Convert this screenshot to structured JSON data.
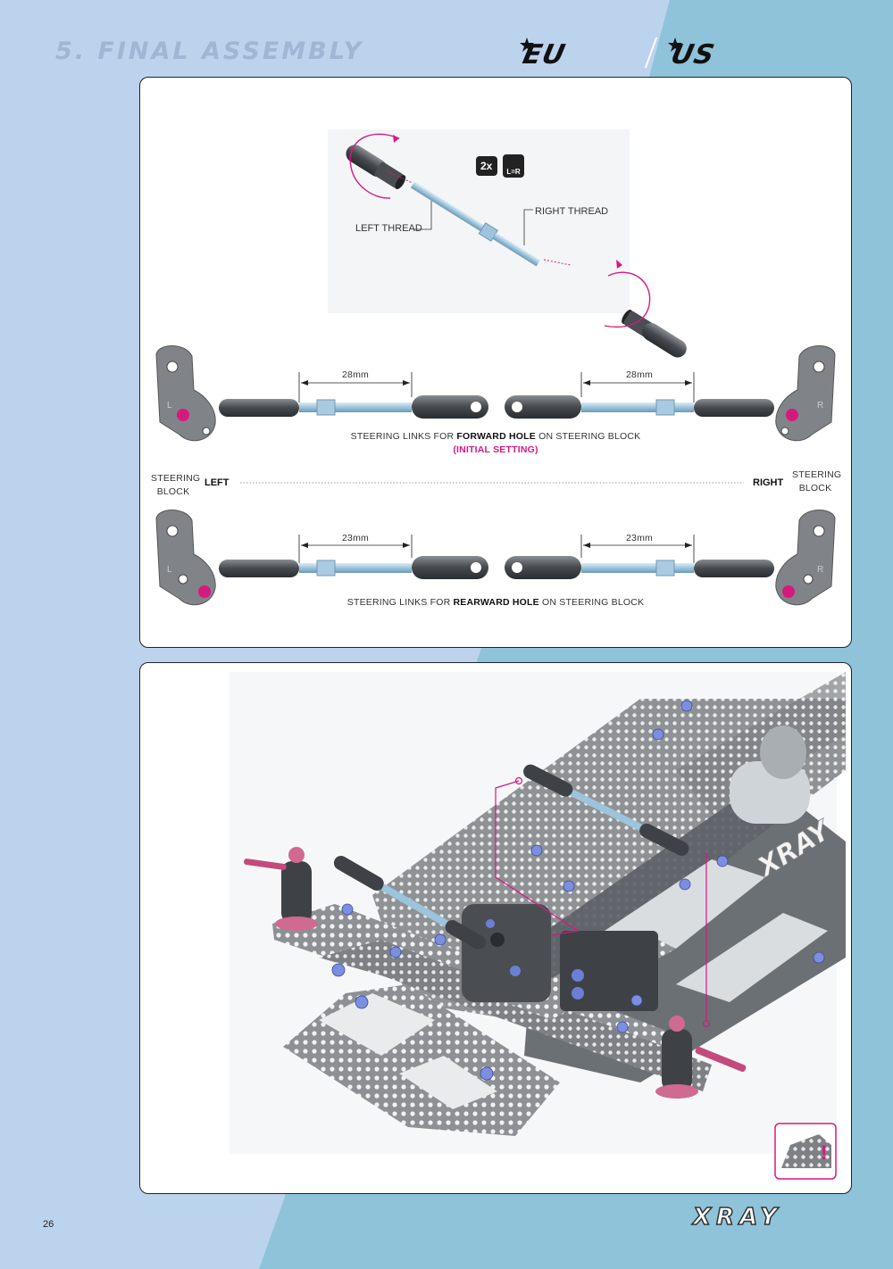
{
  "header": {
    "title": "5. FINAL ASSEMBLY",
    "badge_eu": "EU",
    "badge_us": "US"
  },
  "top_panel": {
    "qty_badge": "2x",
    "lr_badge": "L=R",
    "left_thread": "LEFT THREAD",
    "right_thread": "RIGHT THREAD",
    "forward": {
      "dim_left": "28mm",
      "dim_right": "28mm",
      "caption_pre": "STEERING LINKS FOR",
      "caption_bold": "FORWARD HOLE",
      "caption_post": "ON STEERING BLOCK",
      "caption_note": "(INITIAL SETTING)"
    },
    "side_left": "STEERING BLOCK",
    "side_left_tag": "LEFT",
    "side_right_tag": "RIGHT",
    "side_right": "STEERING BLOCK",
    "block_left_letter": "L",
    "block_right_letter": "R",
    "rearward": {
      "dim_left": "23mm",
      "dim_right": "23mm",
      "caption_pre": "STEERING LINKS FOR",
      "caption_bold": "REARWARD HOLE",
      "caption_post": "ON STEERING BLOCK"
    }
  },
  "bottom_panel": {
    "chassis_brand": "XRAY",
    "warning_mark": "!"
  },
  "footer": {
    "page_number": "26",
    "brand": "XRAY"
  },
  "colors": {
    "accent": "#d6197f",
    "panel_border": "#222222",
    "bg_left": "#bcd3ee",
    "bg_right": "#8ec3da"
  }
}
